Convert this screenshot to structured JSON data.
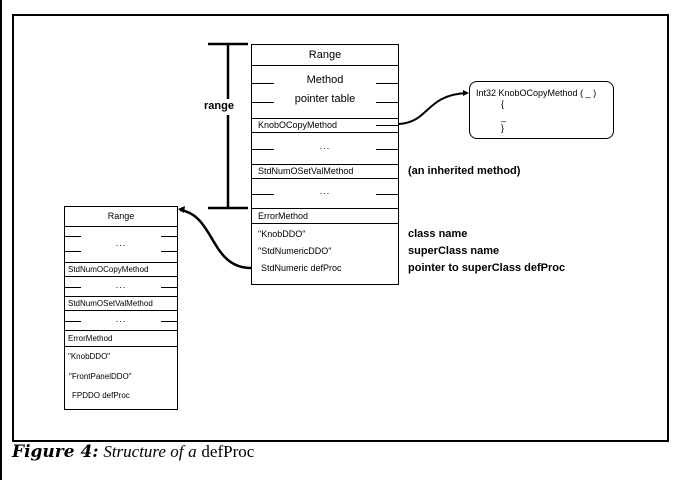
{
  "figure": {
    "caption_number": "Figure 4:",
    "caption_italic_1": "Structure of",
    "caption_italic_2": "a",
    "caption_roman": "defProc"
  },
  "range_bracket": {
    "label": "range"
  },
  "main_table": {
    "title": "Range",
    "method_table_label_line1": "Method",
    "method_table_label_line2": "pointer table",
    "rows": {
      "copy_method": "KnobOCopyMethod",
      "ellipsis_1": "...",
      "setval_method": "StdNumOSetValMethod",
      "ellipsis_2": "...",
      "error_method": "ErrorMethod",
      "class_name": "\"KnobDDO\"",
      "superclass_name": "\"StdNumericDDO\"",
      "superclass_defproc": "StdNumeric defProc"
    }
  },
  "annotations": {
    "inherited": "(an inherited method)",
    "class_name": "class name",
    "superclass_name": "superClass name",
    "superclass_pointer": "pointer to superClass defProc"
  },
  "code_box": {
    "line1": "Int32 KnobOCopyMethod ( _ )",
    "line2": "{",
    "line3": "_",
    "line4": "}"
  },
  "super_table": {
    "title": "Range",
    "rows": {
      "ellipsis_1": "...",
      "copy_method": "StdNumOCopyMethod",
      "ellipsis_2": "...",
      "setval_method": "StdNumOSetValMethod",
      "ellipsis_3": "...",
      "error_method": "ErrorMethod",
      "class_name": "\"KnobDDO\"",
      "superclass_name": "\"FrontPanelDDO\"",
      "superclass_defproc": "FPDDO defProc"
    }
  }
}
